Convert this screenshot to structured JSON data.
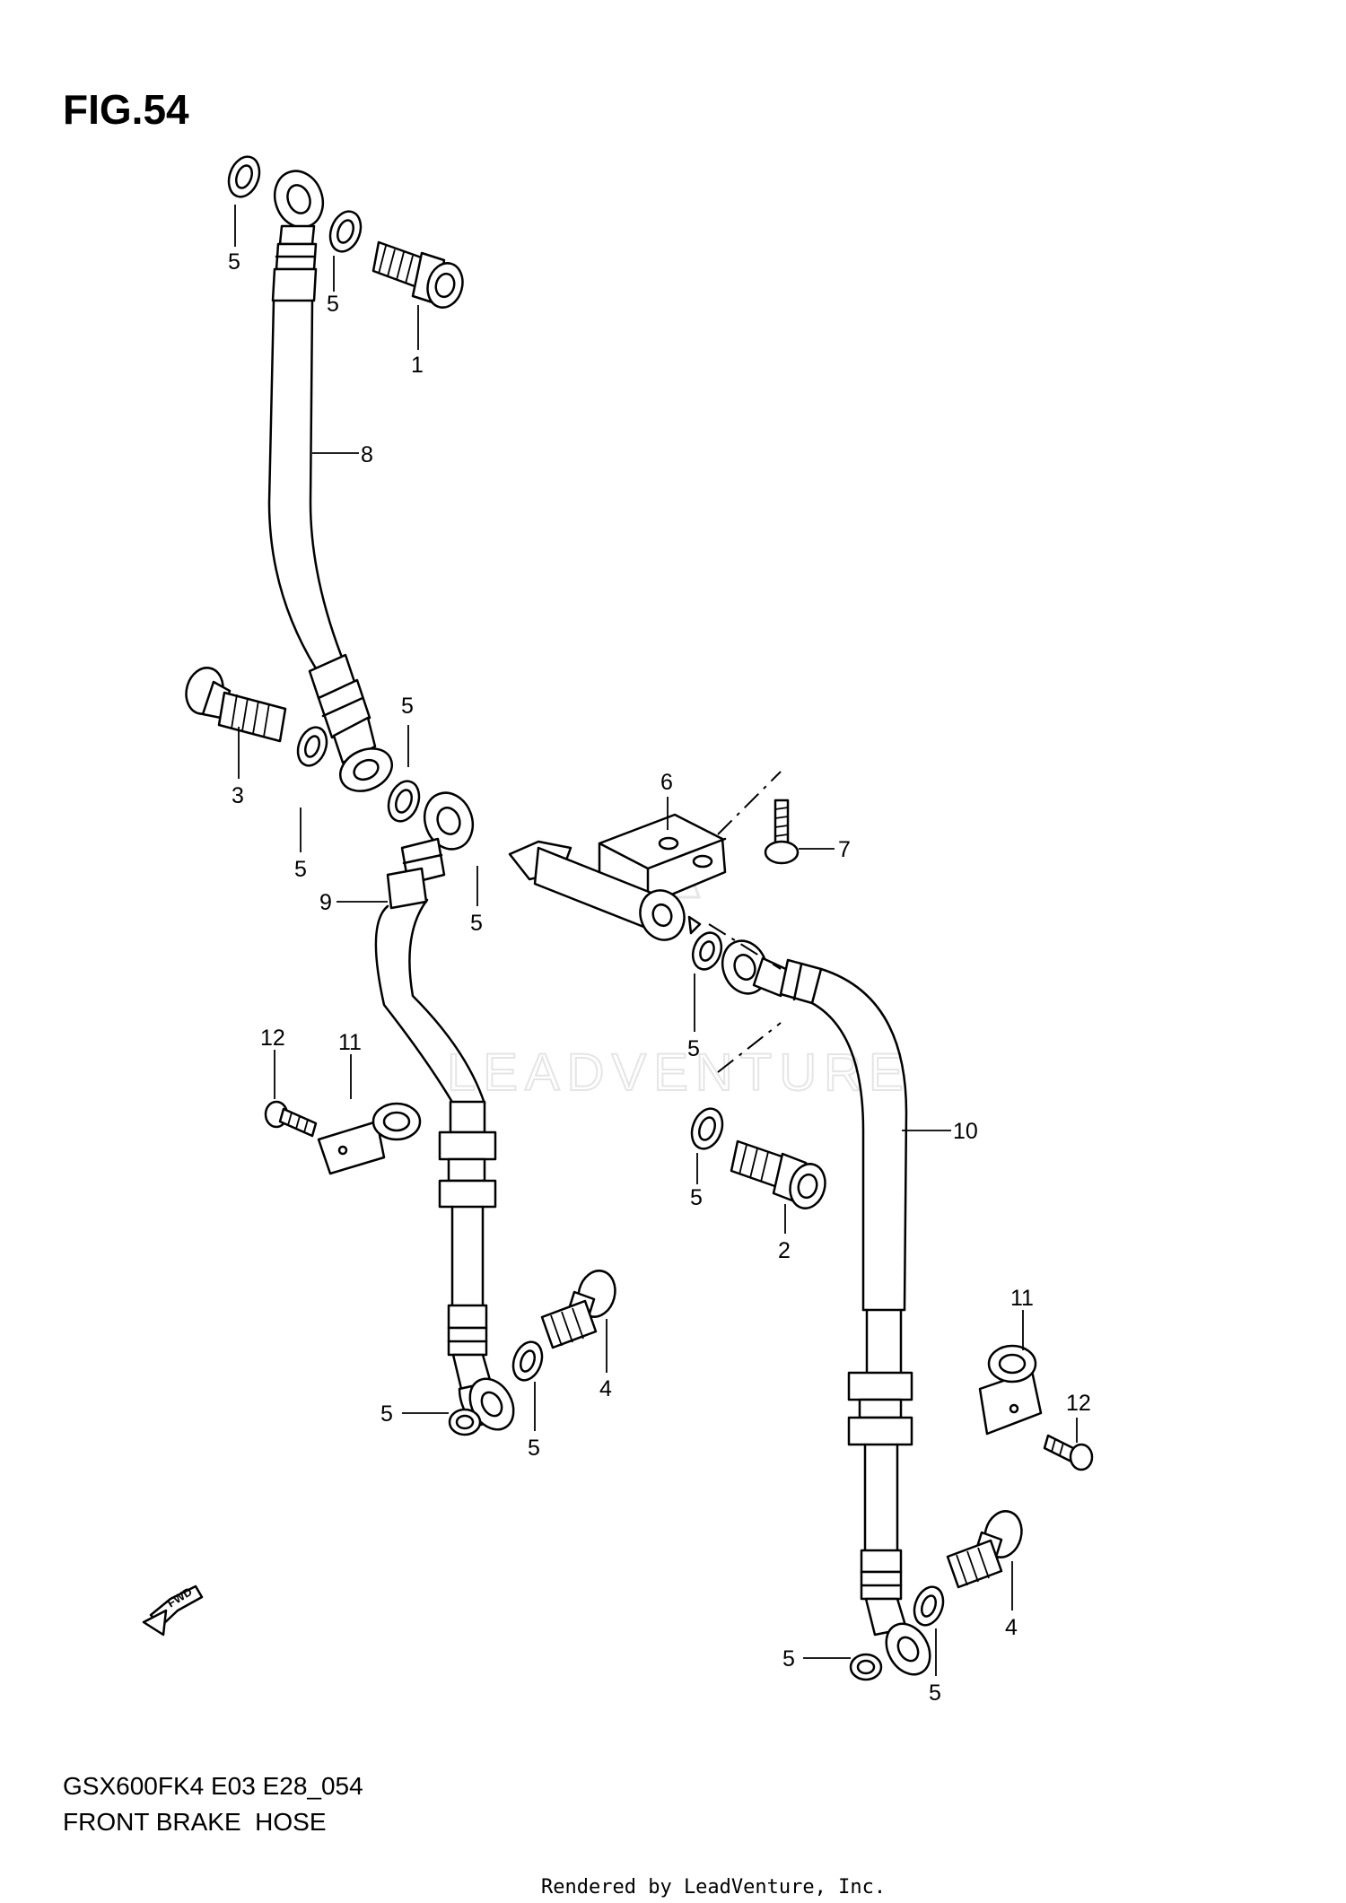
{
  "figure": {
    "title": "FIG.54",
    "model_code": "GSX600FK4 E03 E28_054",
    "caption": "FRONT BRAKE  HOSE",
    "watermark": "LEADVENTURE",
    "rendered_by": "Rendered by LeadVenture, Inc.",
    "fwd_label": "FWD"
  },
  "callouts": [
    {
      "id": "c-5a",
      "label": "5"
    },
    {
      "id": "c-5b",
      "label": "5"
    },
    {
      "id": "c-1",
      "label": "1"
    },
    {
      "id": "c-8",
      "label": "8"
    },
    {
      "id": "c-3",
      "label": "3"
    },
    {
      "id": "c-5c",
      "label": "5"
    },
    {
      "id": "c-5d",
      "label": "5"
    },
    {
      "id": "c-6",
      "label": "6"
    },
    {
      "id": "c-7",
      "label": "7"
    },
    {
      "id": "c-9",
      "label": "9"
    },
    {
      "id": "c-5e",
      "label": "5"
    },
    {
      "id": "c-5f",
      "label": "5"
    },
    {
      "id": "c-12a",
      "label": "12"
    },
    {
      "id": "c-11a",
      "label": "11"
    },
    {
      "id": "c-10",
      "label": "10"
    },
    {
      "id": "c-5g",
      "label": "5"
    },
    {
      "id": "c-2",
      "label": "2"
    },
    {
      "id": "c-4a",
      "label": "4"
    },
    {
      "id": "c-5h",
      "label": "5"
    },
    {
      "id": "c-5i",
      "label": "5"
    },
    {
      "id": "c-11b",
      "label": "11"
    },
    {
      "id": "c-12b",
      "label": "12"
    },
    {
      "id": "c-4b",
      "label": "4"
    },
    {
      "id": "c-5j",
      "label": "5"
    },
    {
      "id": "c-5k",
      "label": "5"
    }
  ]
}
